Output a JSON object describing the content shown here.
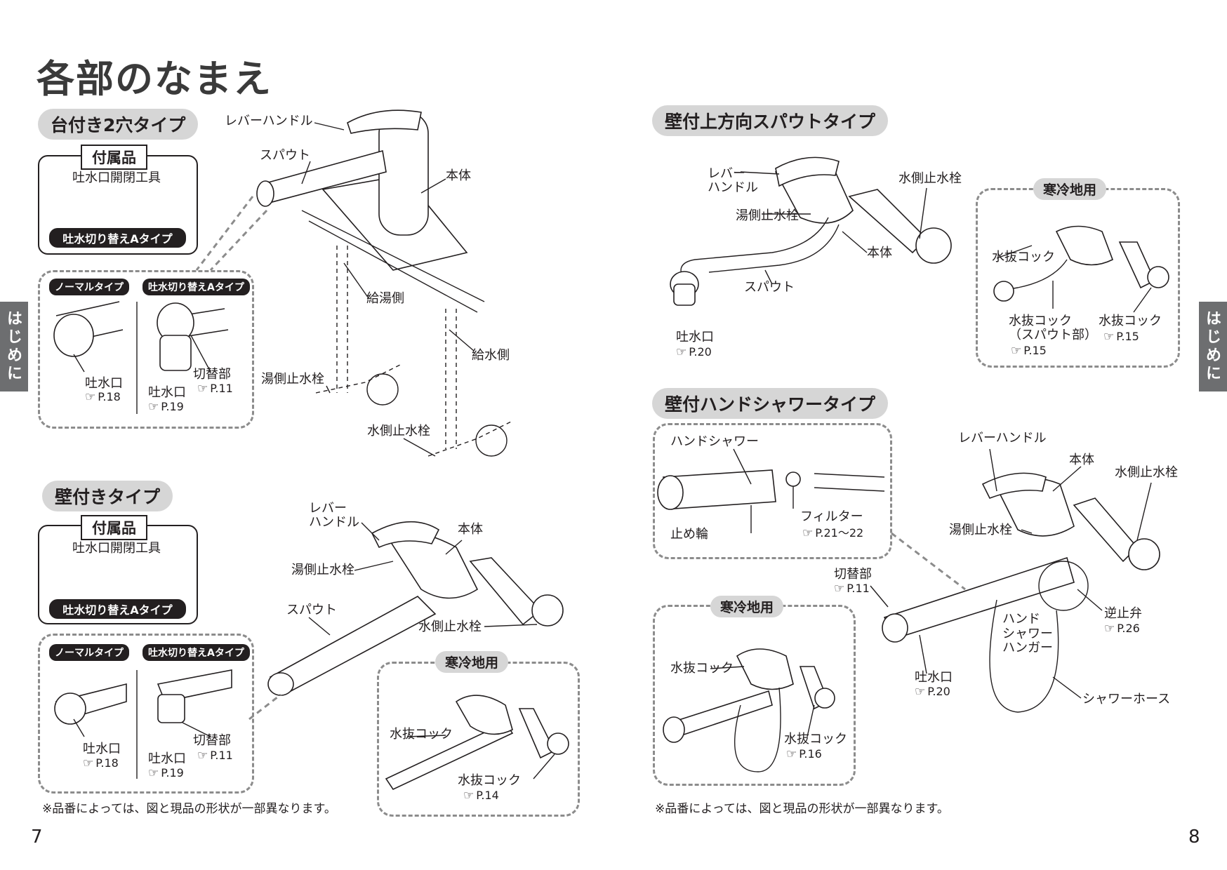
{
  "page_title": "各部のなまえ",
  "side_tab": "はじめに",
  "note": "※品番によっては、図と現品の形状が一部異なります。",
  "page_numbers": {
    "left": "7",
    "right": "8"
  },
  "s1": {
    "title": "台付き2穴タイプ",
    "acc_title": "付属品",
    "acc_item": "吐水口開閉工具",
    "acc_bar": "吐水切り替えAタイプ",
    "tag_normal": "ノーマルタイプ",
    "tag_a": "吐水切り替えAタイプ",
    "outlet": "吐水口",
    "outlet_ref": "P.18",
    "outlet2": "吐水口",
    "outlet2_ref": "P.19",
    "switch": "切替部",
    "switch_ref": "P.11",
    "lever": "レバーハンドル",
    "spout": "スパウト",
    "body": "本体",
    "hot_side": "給湯側",
    "water_side": "給水側",
    "hot_valve": "湯側止水栓",
    "water_valve": "水側止水栓"
  },
  "s2": {
    "title": "壁付きタイプ",
    "acc_title": "付属品",
    "acc_item": "吐水口開閉工具",
    "acc_bar": "吐水切り替えAタイプ",
    "tag_normal": "ノーマルタイプ",
    "tag_a": "吐水切り替えAタイプ",
    "outlet": "吐水口",
    "outlet_ref": "P.18",
    "outlet2": "吐水口",
    "outlet2_ref": "P.19",
    "switch": "切替部",
    "switch_ref": "P.11",
    "lever": "レバー\nハンドル",
    "body": "本体",
    "hot_valve": "湯側止水栓",
    "spout": "スパウト",
    "water_valve": "水側止水栓",
    "cold_title": "寒冷地用",
    "drain1": "水抜コック",
    "drain2": "水抜コック",
    "drain2_ref": "P.14"
  },
  "s3": {
    "title": "壁付上方向スパウトタイプ",
    "lever": "レバー\nハンドル",
    "hot_valve": "湯側止水栓",
    "water_valve": "水側止水栓",
    "body": "本体",
    "spout": "スパウト",
    "outlet": "吐水口",
    "outlet_ref": "P.20",
    "cold_title": "寒冷地用",
    "drain": "水抜コック",
    "drain_spout": "水抜コック\n（スパウト部）",
    "drain_spout_ref": "P.15",
    "drain2": "水抜コック",
    "drain2_ref": "P.15"
  },
  "s4": {
    "title": "壁付ハンドシャワータイプ",
    "hand_shower": "ハンドシャワー",
    "stop_ring": "止め輪",
    "filter": "フィルター",
    "filter_ref": "P.21～22",
    "lever": "レバーハンドル",
    "body": "本体",
    "water_valve": "水側止水栓",
    "hot_valve": "湯側止水栓",
    "switch": "切替部",
    "switch_ref": "P.11",
    "hanger": "ハンド\nシャワー\nハンガー",
    "check_valve": "逆止弁",
    "check_valve_ref": "P.26",
    "outlet": "吐水口",
    "outlet_ref": "P.20",
    "hose": "シャワーホース",
    "cold_title": "寒冷地用",
    "drain1": "水抜コック",
    "drain2": "水抜コック",
    "drain2_ref": "P.16"
  }
}
